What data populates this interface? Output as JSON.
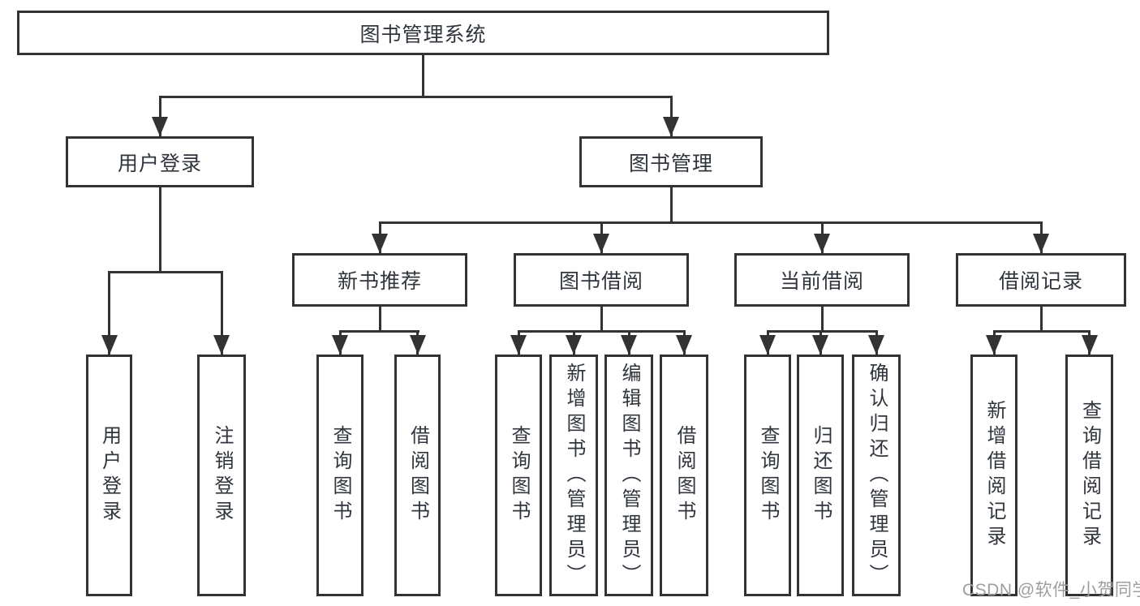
{
  "nodes": {
    "root": "图书管理系统",
    "user_login": "用户登录",
    "book_mgmt": "图书管理",
    "new_books": "新书推荐",
    "book_borrow": "图书借阅",
    "current_borrow": "当前借阅",
    "borrow_records": "借阅记录",
    "leaf_user_login": "用户登录",
    "leaf_logout": "注销登录",
    "leaf_nb_query_books": "查询图书",
    "leaf_nb_borrow_books": "借阅图书",
    "leaf_bb_query_books": "查询图书",
    "leaf_bb_add_books": "新增图书（管理员）",
    "leaf_bb_edit_books": "编辑图书（管理员）",
    "leaf_bb_borrow_books": "借阅图书",
    "leaf_cb_query_books": "查询图书",
    "leaf_cb_return_books": "归还图书",
    "leaf_cb_confirm_return": "确认归还（管理员）",
    "leaf_br_add_record": "新增借阅记录",
    "leaf_br_query_record": "查询借阅记录"
  },
  "hierarchy": {
    "图书管理系统": {
      "用户登录": [
        "用户登录",
        "注销登录"
      ],
      "图书管理": {
        "新书推荐": [
          "查询图书",
          "借阅图书"
        ],
        "图书借阅": [
          "查询图书",
          "新增图书（管理员）",
          "编辑图书（管理员）",
          "借阅图书"
        ],
        "当前借阅": [
          "查询图书",
          "归还图书",
          "确认归还（管理员）"
        ],
        "借阅记录": [
          "新增借阅记录",
          "查询借阅记录"
        ]
      }
    }
  },
  "watermark": "CSDN @软件_小贺同学",
  "colors": {
    "line": "#333333",
    "text": "#30353d",
    "watermark": "#9e9e9e",
    "background": "#ffffff"
  }
}
